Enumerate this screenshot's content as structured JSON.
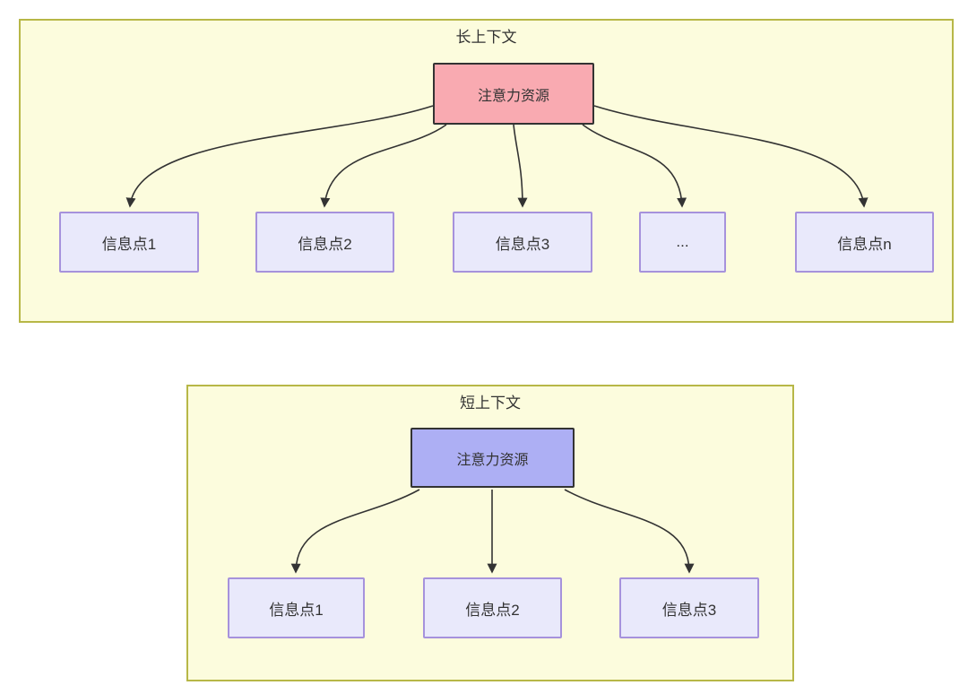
{
  "diagram": {
    "long_context": {
      "title": "长上下文",
      "attention_label": "注意力资源",
      "nodes": [
        "信息点1",
        "信息点2",
        "信息点3",
        "...",
        "信息点n"
      ]
    },
    "short_context": {
      "title": "短上下文",
      "attention_label": "注意力资源",
      "nodes": [
        "信息点1",
        "信息点2",
        "信息点3"
      ]
    }
  },
  "colors": {
    "container_fill": "#fcfcdd",
    "container_border": "#b7b747",
    "attention_long_fill": "#f9aab1",
    "attention_short_fill": "#adaff4",
    "attention_border": "#333333",
    "node_fill": "#e9e9fb",
    "node_border": "#a692dc",
    "arrow": "#333333",
    "text": "#333333",
    "page_bg": "#ffffff"
  }
}
